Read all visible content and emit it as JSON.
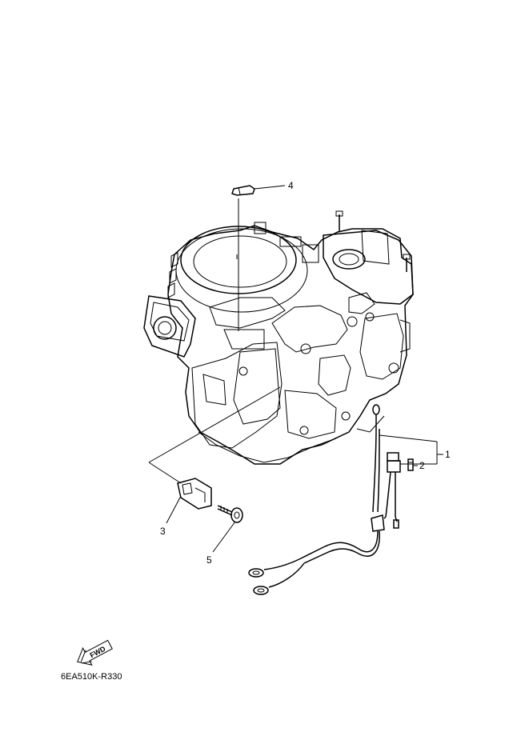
{
  "callouts": [
    {
      "id": "1",
      "label": "1"
    },
    {
      "id": "2",
      "label": "2"
    },
    {
      "id": "3",
      "label": "3"
    },
    {
      "id": "4",
      "label": "4"
    },
    {
      "id": "5",
      "label": "5"
    }
  ],
  "fwd_label": "FWD",
  "drawing_code": "6EA510K-R330"
}
